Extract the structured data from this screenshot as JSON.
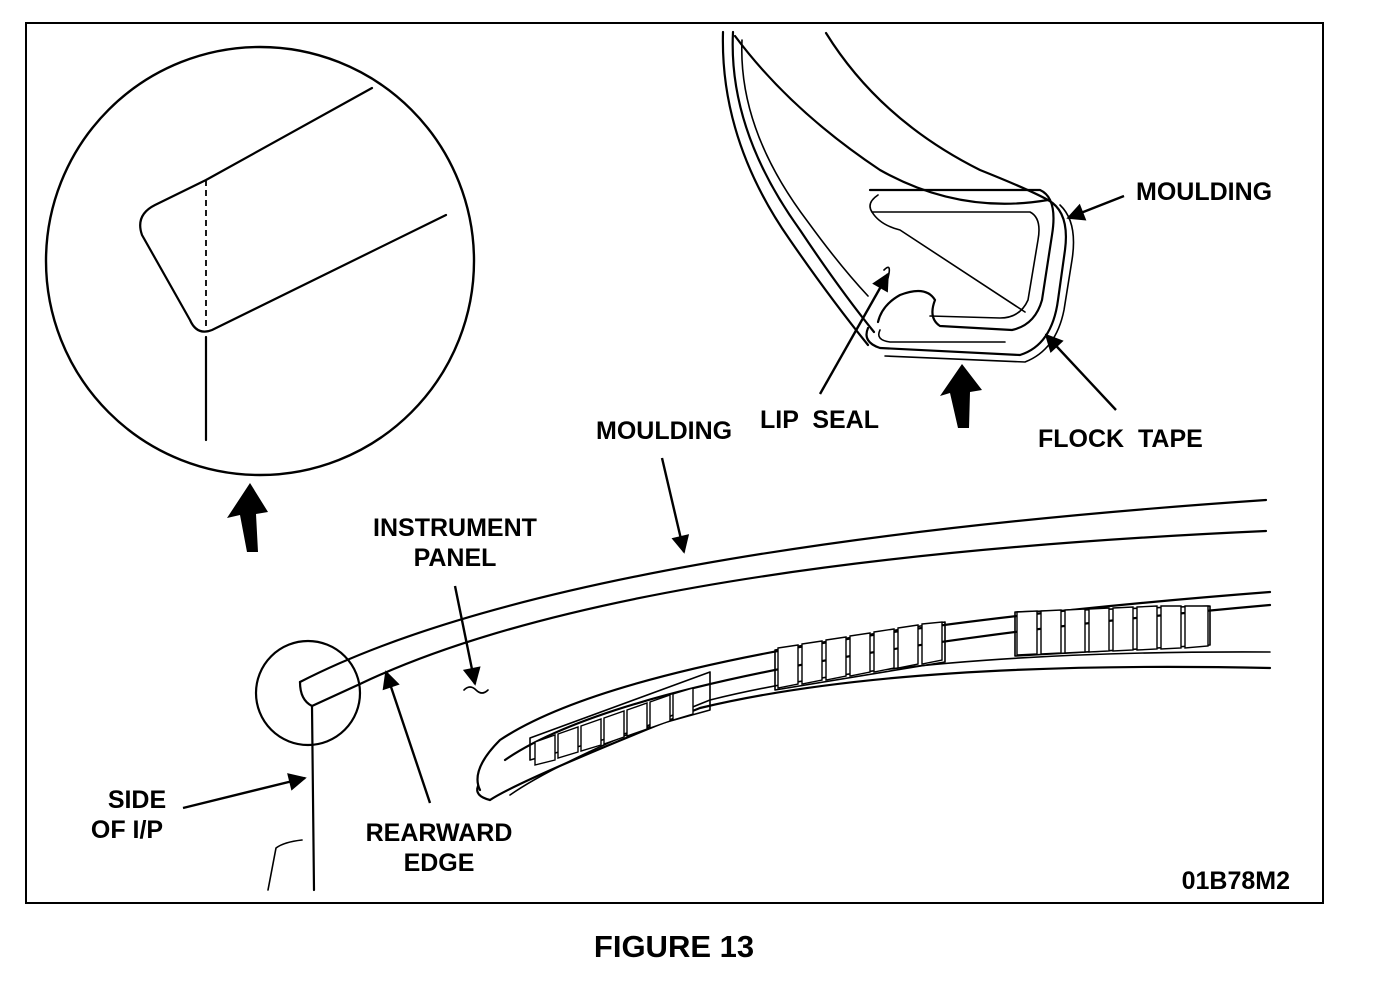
{
  "labels": {
    "moulding_detail": "MOULDING",
    "lip_seal": "LIP  SEAL",
    "flock_tape": "FLOCK  TAPE",
    "moulding_main": "MOULDING",
    "instrument_panel_line1": "INSTRUMENT",
    "instrument_panel_line2": "PANEL",
    "side_line1": "SIDE",
    "side_line2": "OF I/P",
    "rearward_line1": "REARWARD",
    "rearward_line2": "EDGE",
    "figure_code": "01B78M2"
  },
  "caption": "FIGURE 13"
}
